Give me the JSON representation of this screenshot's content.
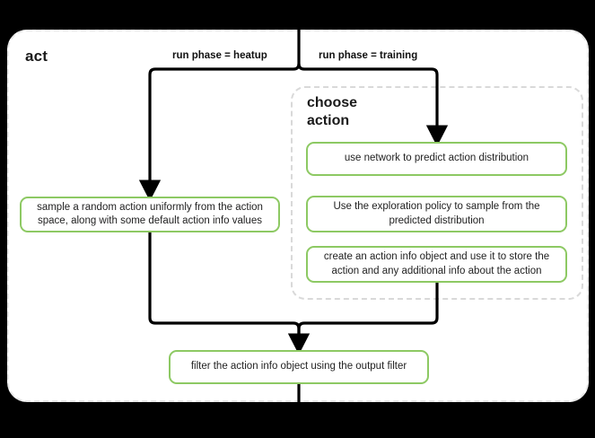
{
  "diagram": {
    "title": "act",
    "subgroup_title": "choose\naction",
    "subgroup_title_line1": "choose",
    "subgroup_title_line2": "action",
    "edge_labels": {
      "left_branch": "run phase = heatup",
      "right_branch": "run phase = training"
    },
    "nodes": {
      "sample_random": "sample a random action uniformly from the action space, along with some default action info values",
      "use_network": "use network to predict action distribution",
      "exploration_policy": "Use the exploration policy to sample from the predicted distribution",
      "create_action_info": "create an action info object and use it to store the action and any additional info about the action",
      "filter_output": "filter the action info object using the output filter"
    },
    "colors": {
      "node_border": "#8dc963",
      "node_fill": "#ffffff",
      "container_border": "#e8e8e8",
      "subgroup_border": "#d9d9d9",
      "arrow": "#000000",
      "page_background": "#000000",
      "canvas_background": "#ffffff",
      "text": "#222222"
    }
  }
}
